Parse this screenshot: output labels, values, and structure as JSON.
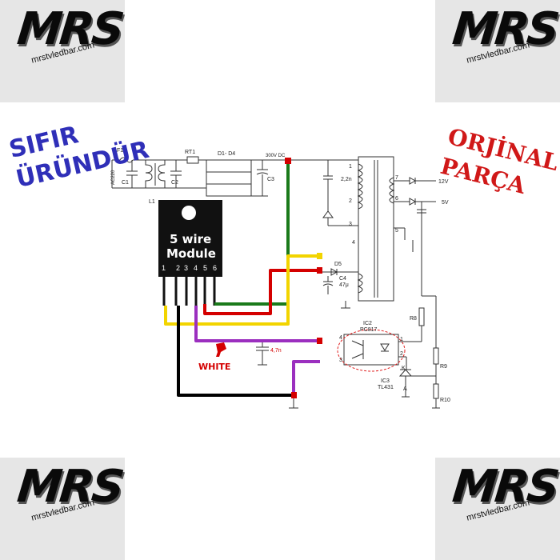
{
  "watermark": {
    "logo_text": "MRS",
    "site": "mrstvledbar.com"
  },
  "stamps": {
    "left_line1": "SIFIR",
    "left_line2": "ÜRÜNDÜR",
    "right_line1": "ORJİNAL",
    "right_line2": "PARÇA"
  },
  "schematic": {
    "module_line1": "5 wire",
    "module_line2": "Module",
    "pin_numbers": [
      "1",
      "2",
      "3",
      "4",
      "5",
      "6"
    ],
    "fuse": "F1",
    "ac_input": "AC220",
    "c1": "C1",
    "c2": "C2",
    "l1": "L1",
    "rt1": "RT1",
    "bridge": "D1- D4",
    "c3": "C3",
    "dc_bus": "300V DC",
    "snubber_cap": "2,2n",
    "d5": "D5",
    "c4": "C4",
    "c4_value": "47μ",
    "out_12v": "12V",
    "out_5v": "5V",
    "r8": "R8",
    "r9": "R9",
    "r10": "R10",
    "ic2": "IC2",
    "ic2_part": "PC817",
    "ic3": "IC3",
    "ic3_part": "TL431",
    "cap_47n": "4,7n",
    "white_label": "WHITE",
    "tr_pin1": "1",
    "tr_pin2": "2",
    "tr_pin3": "3",
    "tr_pin4": "4",
    "tr_pin5": "5",
    "tr_pin6": "6",
    "tr_pin7": "7",
    "oc_pin4": "4",
    "oc_pin3": "3",
    "oc_pin1": "1",
    "oc_pin2": "2",
    "k_label": "K",
    "a_label": "A"
  },
  "colors": {
    "wire_green": "#1a7a1a",
    "wire_yellow": "#f2d400",
    "wire_red": "#d40000",
    "wire_purple": "#9b2fbf",
    "wire_black": "#000000",
    "module_black": "#111111",
    "stamp_blue": "#2f2fb8",
    "stamp_red": "#d01818"
  }
}
